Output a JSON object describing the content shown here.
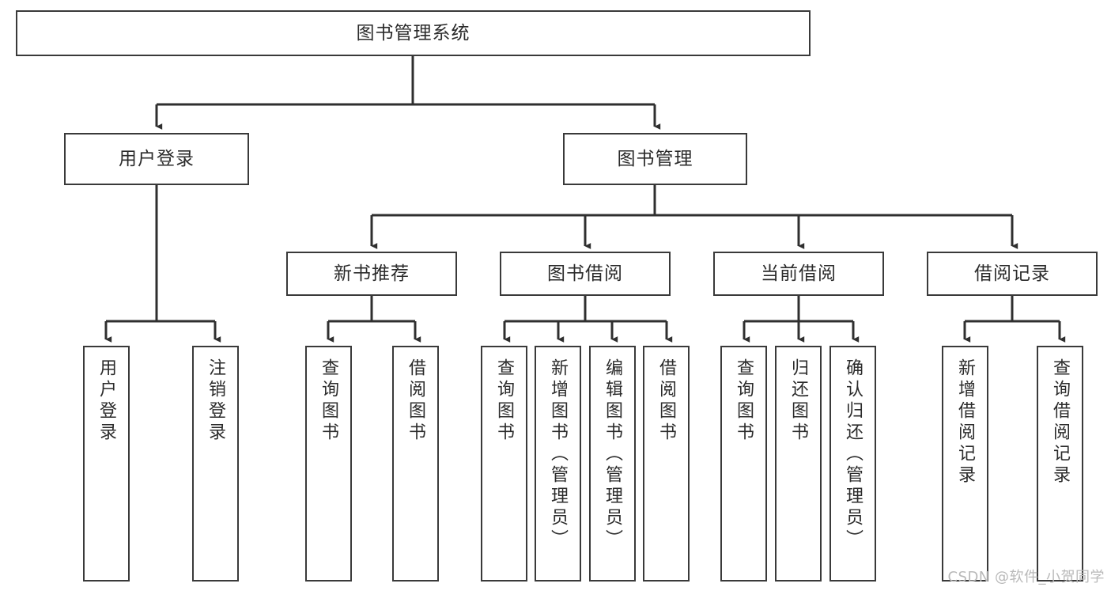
{
  "diagram": {
    "type": "tree-hierarchy-diagram",
    "title": "图书管理系统",
    "watermark": "CSDN @软件_小贺同学",
    "colors": {
      "box_border": "#3a3a3a",
      "box_fill": "#ffffff",
      "connector": "#2f2f2f",
      "text": "#2b2b2b",
      "watermark": "#b9b9b9",
      "background": "#ffffff"
    },
    "levels": [
      {
        "level": 1,
        "nodes": [
          {
            "id": "root",
            "label": "图书管理系统",
            "orientation": "horizontal"
          }
        ]
      },
      {
        "level": 2,
        "nodes": [
          {
            "id": "user-login",
            "label": "用户登录",
            "orientation": "horizontal",
            "parent": "root"
          },
          {
            "id": "book-manage",
            "label": "图书管理",
            "orientation": "horizontal",
            "parent": "root"
          }
        ]
      },
      {
        "level": 3,
        "nodes": [
          {
            "id": "new-book-rec",
            "label": "新书推荐",
            "orientation": "horizontal",
            "parent": "book-manage"
          },
          {
            "id": "book-borrow",
            "label": "图书借阅",
            "orientation": "horizontal",
            "parent": "book-manage"
          },
          {
            "id": "current-borrow",
            "label": "当前借阅",
            "orientation": "horizontal",
            "parent": "book-manage"
          },
          {
            "id": "borrow-record",
            "label": "借阅记录",
            "orientation": "horizontal",
            "parent": "book-manage"
          }
        ]
      },
      {
        "level": 4,
        "nodes": [
          {
            "id": "leaf-user-login",
            "label": "用户登录",
            "orientation": "vertical",
            "parent": "user-login"
          },
          {
            "id": "leaf-logout-login",
            "label": "注销登录",
            "orientation": "vertical",
            "parent": "user-login"
          },
          {
            "id": "leaf-query-book-1",
            "label": "查询图书",
            "orientation": "vertical",
            "parent": "new-book-rec"
          },
          {
            "id": "leaf-borrow-book-1",
            "label": "借阅图书",
            "orientation": "vertical",
            "parent": "new-book-rec"
          },
          {
            "id": "leaf-query-book-2",
            "label": "查询图书",
            "orientation": "vertical",
            "parent": "book-borrow"
          },
          {
            "id": "leaf-add-book",
            "label": "新增图书（管理员）",
            "orientation": "vertical",
            "parent": "book-borrow"
          },
          {
            "id": "leaf-edit-book",
            "label": "编辑图书（管理员）",
            "orientation": "vertical",
            "parent": "book-borrow"
          },
          {
            "id": "leaf-borrow-book-2",
            "label": "借阅图书",
            "orientation": "vertical",
            "parent": "book-borrow"
          },
          {
            "id": "leaf-query-book-3",
            "label": "查询图书",
            "orientation": "vertical",
            "parent": "current-borrow"
          },
          {
            "id": "leaf-return-book",
            "label": "归还图书",
            "orientation": "vertical",
            "parent": "current-borrow"
          },
          {
            "id": "leaf-confirm-return",
            "label": "确认归还（管理员）",
            "orientation": "vertical",
            "parent": "current-borrow"
          },
          {
            "id": "leaf-add-record",
            "label": "新增借阅记录",
            "orientation": "vertical",
            "parent": "borrow-record"
          },
          {
            "id": "leaf-query-record",
            "label": "查询借阅记录",
            "orientation": "vertical",
            "parent": "borrow-record"
          }
        ]
      }
    ]
  }
}
